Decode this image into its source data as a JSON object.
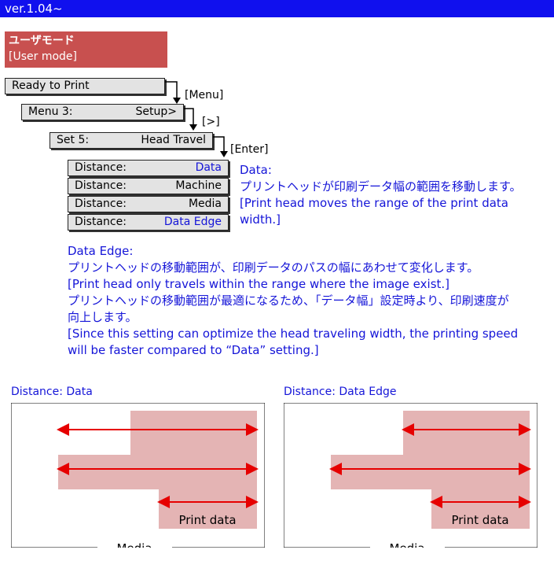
{
  "version": "ver.1.04~",
  "mode": {
    "jp": "ユーザモード",
    "en": "[User mode]"
  },
  "menu_flow": [
    {
      "left": "Ready to Print",
      "right": "",
      "key": "[Menu]"
    },
    {
      "left": "Menu  3:",
      "right": "Setup>",
      "key": "[>]"
    },
    {
      "left": "Set  5:",
      "right": "Head Travel",
      "key": "[Enter]"
    }
  ],
  "options": [
    {
      "label": "Distance:",
      "value": "Data",
      "highlight": true
    },
    {
      "label": "Distance:",
      "value": "Machine",
      "highlight": false
    },
    {
      "label": "Distance:",
      "value": "Media",
      "highlight": false
    },
    {
      "label": "Distance:",
      "value": "Data Edge",
      "highlight": true
    }
  ],
  "data_note": {
    "title": "Data:",
    "jp": "プリントヘッドが印刷データ幅の範囲を移動します。",
    "en_1": "[Print head moves the range of the print data",
    "en_2": "width.]"
  },
  "data_edge_note": {
    "title": "Data Edge:",
    "jp_1": "プリントヘッドの移動範囲が、印刷データのパスの幅にあわせて変化します。",
    "en_1": "[Print head only travels within the range where the image exist.]",
    "jp_2a": "プリントヘッドの移動範囲が最適になるため、「データ幅」設定時より、印刷速度が",
    "jp_2b": "向上します。",
    "en_2a": "[Since this setting can optimize the head traveling width, the printing speed",
    "en_2b": "will be faster compared to “Data” setting.]"
  },
  "diagrams": [
    {
      "title": "Distance: Data",
      "print_label": "Print data",
      "media_label": "Media"
    },
    {
      "title": "Distance: Data Edge",
      "print_label": "Print data",
      "media_label": "Media"
    }
  ],
  "colors": {
    "header_blue": "#1010ee",
    "mode_red": "#c8504f",
    "text_blue": "#1515d8",
    "arrow_red": "#e60000",
    "print_area": "#e4b4b4"
  }
}
